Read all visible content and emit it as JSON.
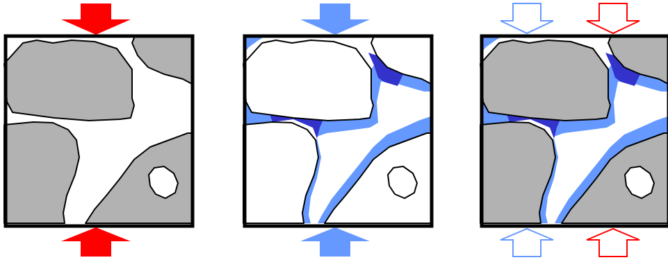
{
  "colors": {
    "grain": "#b2b2b2",
    "pore": "#ffffff",
    "outline": "#000000",
    "film_light": "#6699ff",
    "film_dark": "#3333cc",
    "arrow_red": "#ff0000",
    "arrow_blue": "#6699ff",
    "background": "#ffffff"
  },
  "panels": [
    {
      "id": "dry-solid-compression",
      "grains_filled": true,
      "water_film": false,
      "arrows": [
        {
          "color": "red",
          "style": "filled"
        }
      ]
    },
    {
      "id": "water-pressure",
      "grains_filled": false,
      "water_film": true,
      "arrows": [
        {
          "color": "blue",
          "style": "filled"
        }
      ]
    },
    {
      "id": "combined-stress",
      "grains_filled": true,
      "water_film": true,
      "arrows": [
        {
          "color": "blue",
          "style": "outline"
        },
        {
          "color": "red",
          "style": "outline"
        }
      ]
    }
  ]
}
